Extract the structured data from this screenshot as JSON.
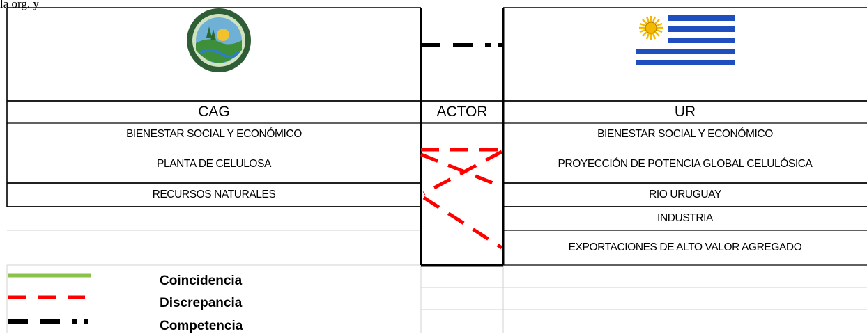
{
  "page_caption": "la org. y",
  "headers": {
    "left": "CAG",
    "middle": "ACTOR",
    "right": "UR"
  },
  "left_rows": [
    "BIENESTAR SOCIAL Y ECONÓMICO",
    "PLANTA DE CELULOSA",
    "RECURSOS NATURALES"
  ],
  "right_rows": [
    "BIENESTAR SOCIAL Y ECONÓMICO",
    "PROYECCIÓN DE POTENCIA GLOBAL CELULÓSICA",
    "RIO URUGUAY",
    "INDUSTRIA",
    "EXPORTACIONES DE ALTO VALOR AGREGADO"
  ],
  "legend": [
    {
      "label": "Coincidencia",
      "style": "solid",
      "color": "#8BC34A"
    },
    {
      "label": "Discrepancia",
      "style": "dashed",
      "color": "#FF0000"
    },
    {
      "label": "Competencia",
      "style": "dash-dot",
      "color": "#000000"
    }
  ],
  "logos": {
    "left": "cag-seal-logo",
    "right": "uruguay-flag"
  },
  "colors": {
    "discrepancy": "#FF0000",
    "coincidence": "#8BC34A",
    "competition": "#000000",
    "flag_blue": "#1F4FBF",
    "sun": "#F5B800"
  }
}
